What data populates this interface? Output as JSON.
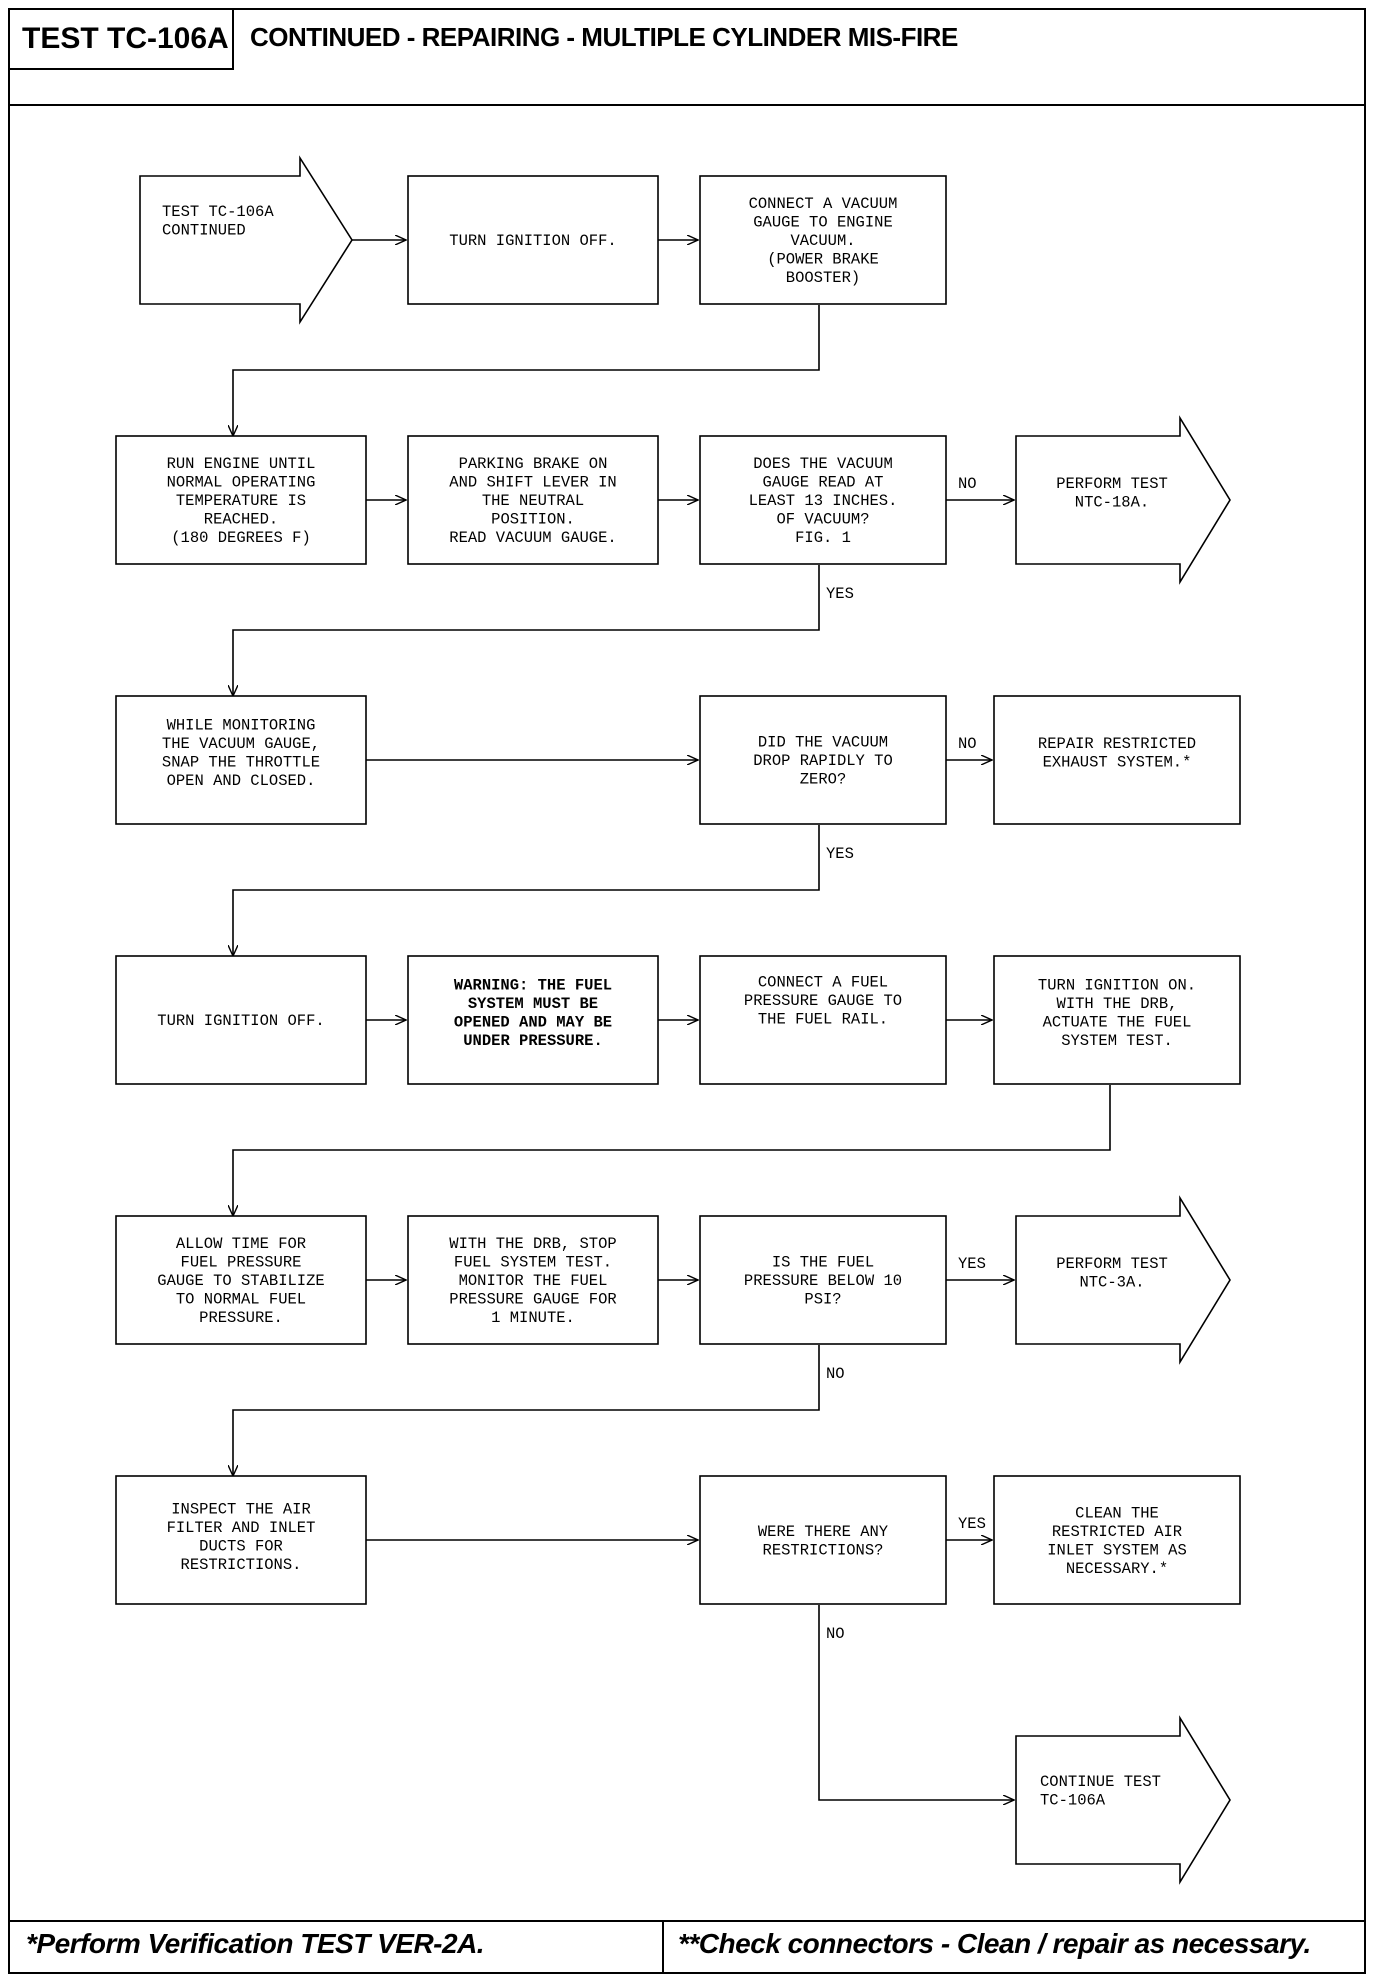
{
  "header": {
    "test_id": "TEST TC-106A",
    "title": "CONTINUED - REPAIRING - MULTIPLE CYLINDER MIS-FIRE"
  },
  "footer": {
    "left": "*Perform Verification TEST VER-2A.",
    "right": "**Check connectors - Clean / repair as necessary."
  },
  "nodes": {
    "start": [
      "TEST TC-106A",
      "CONTINUED"
    ],
    "ign_off_1": [
      "TURN IGNITION OFF."
    ],
    "vac_connect": [
      "CONNECT A VACUUM",
      "GAUGE TO ENGINE",
      "VACUUM.",
      "(POWER BRAKE",
      "BOOSTER)"
    ],
    "run_engine": [
      "RUN ENGINE UNTIL",
      "NORMAL OPERATING",
      "TEMPERATURE IS",
      "REACHED.",
      "(180 DEGREES F)"
    ],
    "parking": [
      "PARKING BRAKE ON",
      "AND SHIFT LEVER IN",
      "THE NEUTRAL",
      "POSITION.",
      "READ VACUUM GAUGE."
    ],
    "vac_13": [
      "DOES THE VACUUM",
      "GAUGE READ AT",
      "LEAST 13 INCHES.",
      "OF VACUUM?",
      "FIG. 1"
    ],
    "ntc18a": [
      "PERFORM TEST",
      "NTC-18A."
    ],
    "snap": [
      "WHILE MONITORING",
      "THE VACUUM GAUGE,",
      "SNAP THE THROTTLE",
      "OPEN AND CLOSED."
    ],
    "vac_drop": [
      "DID THE VACUUM",
      "DROP RAPIDLY TO",
      "ZERO?"
    ],
    "exhaust": [
      "REPAIR RESTRICTED",
      "EXHAUST SYSTEM.*"
    ],
    "ign_off_2": [
      "TURN IGNITION OFF."
    ],
    "warning": [
      "WARNING: THE FUEL",
      "SYSTEM MUST BE",
      "OPENED AND MAY BE",
      "UNDER PRESSURE."
    ],
    "fuel_gauge": [
      "CONNECT A FUEL",
      "PRESSURE GAUGE TO",
      "THE FUEL RAIL."
    ],
    "ign_on": [
      "TURN IGNITION ON.",
      "WITH THE DRB,",
      "ACTUATE THE FUEL",
      "SYSTEM TEST."
    ],
    "allow_time": [
      "ALLOW TIME FOR",
      "FUEL PRESSURE",
      "GAUGE TO STABILIZE",
      "TO NORMAL FUEL",
      "PRESSURE."
    ],
    "stop_test": [
      "WITH THE DRB, STOP",
      "FUEL SYSTEM TEST.",
      "MONITOR THE FUEL",
      "PRESSURE GAUGE FOR",
      "1 MINUTE."
    ],
    "below10": [
      "IS THE FUEL",
      "PRESSURE BELOW 10",
      "PSI?"
    ],
    "ntc3a": [
      "PERFORM TEST",
      "NTC-3A."
    ],
    "inspect": [
      "INSPECT THE AIR",
      "FILTER AND INLET",
      "DUCTS FOR",
      "RESTRICTIONS."
    ],
    "restrict": [
      "WERE THERE ANY",
      "RESTRICTIONS?"
    ],
    "clean": [
      "CLEAN THE",
      "RESTRICTED AIR",
      "INLET SYSTEM AS",
      "NECESSARY.*"
    ],
    "continue": [
      "CONTINUE TEST",
      "TC-106A"
    ]
  },
  "labels": {
    "no_vac13": "NO",
    "yes_vac13": "YES",
    "no_drop": "NO",
    "yes_drop": "YES",
    "yes_below10": "YES",
    "no_below10": "NO",
    "yes_restrict": "YES",
    "no_restrict": "NO"
  }
}
